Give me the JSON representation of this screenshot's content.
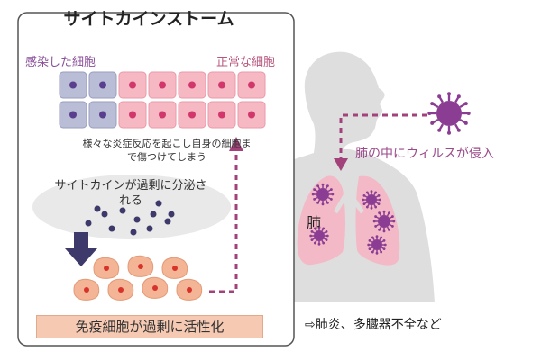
{
  "panel": {
    "title": "サイトカインストーム",
    "infected_label": "感染した細胞",
    "normal_label": "正常な細胞",
    "cell_note": "様々な炎症反応を起こし自身の細胞まで傷つけてしまう",
    "cytokine_note": "サイトカインが過剰に分泌される",
    "immune_label": "免疫細胞が過剰に活性化"
  },
  "body": {
    "lung_label": "肺",
    "virus_label": "肺の中にウィルスが侵入",
    "result_label": "⇨肺炎、多臓器不全など"
  },
  "colors": {
    "infected_cell": "#b9bdd6",
    "infected_nucleus": "#5a3f8f",
    "normal_cell": "#f6b9c4",
    "normal_nucleus": "#d2376b",
    "immune_cell": "#f3b595",
    "immune_nucleus": "#d8332b",
    "silhouette": "#dedede",
    "lung": "#f4b9c6",
    "virus": "#8a3d93",
    "arrow_dashed": "#a3427a",
    "arrow_down": "#3d3a6b"
  }
}
